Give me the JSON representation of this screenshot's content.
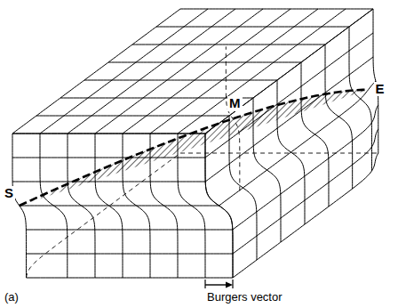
{
  "diagram": {
    "labels": [
      "M",
      "E",
      "S",
      "(a)",
      "Burgers vector"
    ]
  }
}
